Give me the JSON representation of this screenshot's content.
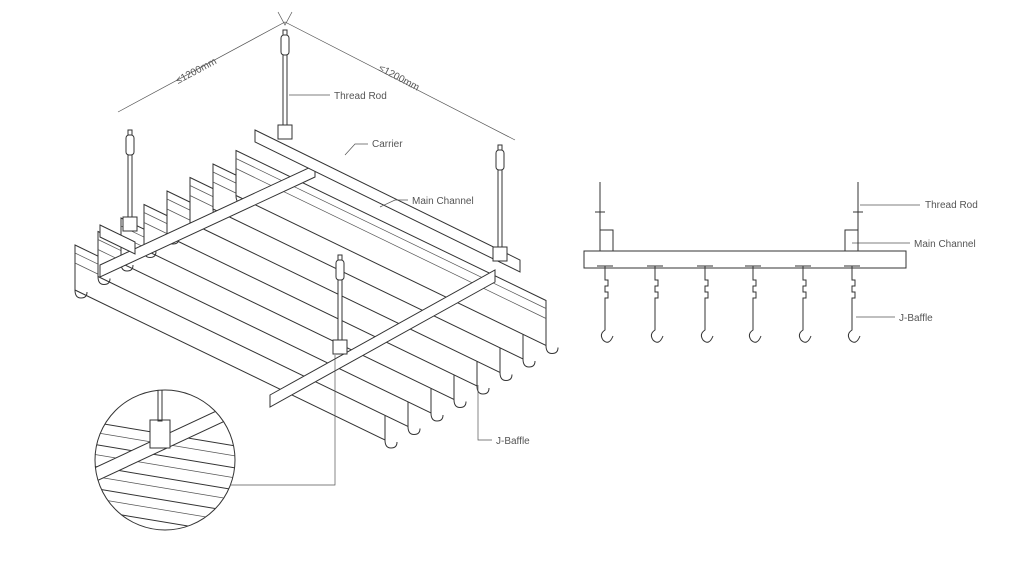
{
  "iso_view": {
    "dim_left": "≤1200mm",
    "dim_right": "≤1200mm",
    "labels": {
      "thread_rod": "Thread Rod",
      "carrier": "Carrier",
      "main_channel": "Main Channel",
      "j_baffle": "J-Baffle"
    }
  },
  "section_view": {
    "labels": {
      "thread_rod": "Thread Rod",
      "main_channel": "Main Channel",
      "j_baffle": "J-Baffle"
    }
  }
}
